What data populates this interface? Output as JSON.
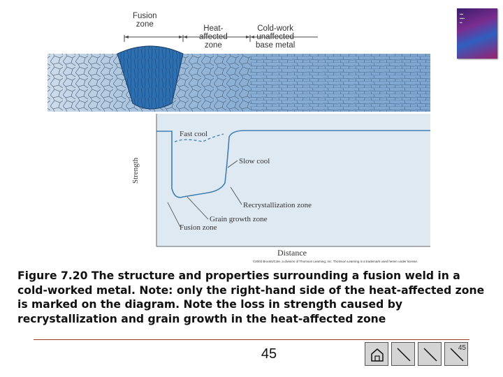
{
  "diagram": {
    "zones": {
      "fusion": "Fusion\nzone",
      "heat_affected": "Heat-\naffected\nzone",
      "cold_work": "Cold-work\nunaffected\nbase metal"
    },
    "graph": {
      "ylabel": "Strength",
      "xlabel": "Distance",
      "fast_cool": "Fast cool",
      "slow_cool": "Slow cool",
      "recrystallization": "Recrystallization zone",
      "grain_growth": "Grain growth zone",
      "fusion_zone": "Fusion zone"
    }
  },
  "copyright": "©2003 Brooks/Cole, a division of Thomson Learning, Inc. Thomson Learning is a trademark used herein under license.",
  "caption": "Figure 7.20 The structure and properties surrounding a fusion weld in a cold-worked metal. Note: only the right-hand side of the heat-affected zone is marked on the diagram. Note the loss in strength caused by recrystallization and grain growth in the heat-affected zone",
  "page_number": "45",
  "nav": {
    "end_number": "45"
  },
  "colors": {
    "base_metal": "#8eb4d8",
    "weld": "#2e6fb0",
    "graph_bg": "#dfe9f2",
    "curve": "#3f7fb3",
    "divider": "#9e3a2c"
  },
  "icons": {
    "home": "home-icon",
    "first": "first-page-icon",
    "back": "back-icon",
    "end": "last-page-icon"
  }
}
